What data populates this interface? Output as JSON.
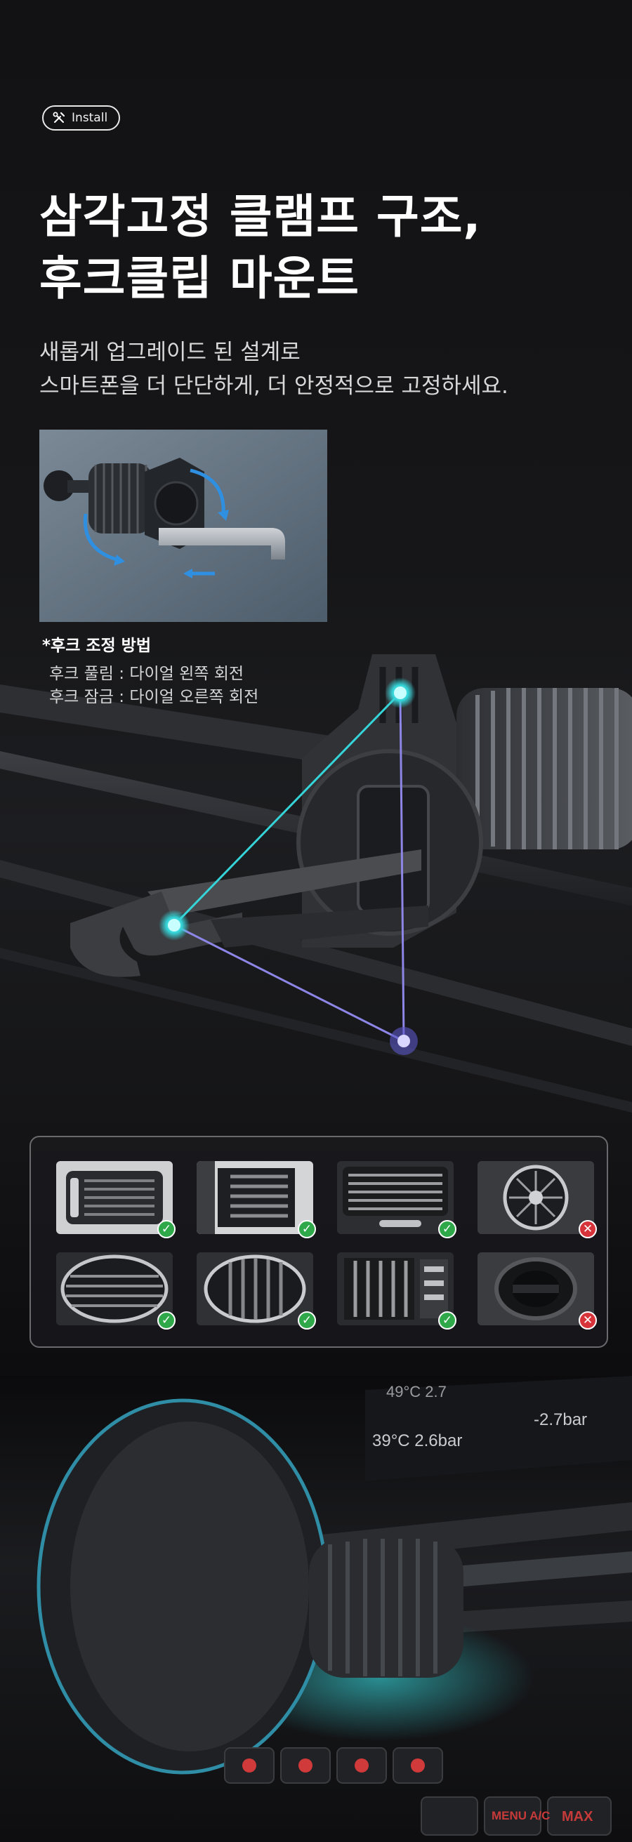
{
  "badge": {
    "label": "Install",
    "icon": "tools-icon"
  },
  "title": [
    "삼각고정 클램프 구조,",
    "후크클립 마운트"
  ],
  "subtitle": [
    "새롭게 업그레이드 된 설계로",
    "스마트폰을 더 단단하게, 더 안정적으로 고정하세요."
  ],
  "hook": {
    "heading": "*후크 조정 방법",
    "lines": [
      "후크 풀림 : 다이얼 왼쪽 회전",
      "후크 잠금 : 다이얼 오른쪽 회전"
    ]
  },
  "compatibility": {
    "items": [
      {
        "vent": "rectangular-vent-small",
        "compatible": true
      },
      {
        "vent": "vertical-fin-vent",
        "compatible": true
      },
      {
        "vent": "horizontal-slat-vent",
        "compatible": true
      },
      {
        "vent": "round-turbine-vent",
        "compatible": false
      },
      {
        "vent": "round-horizontal-vent",
        "compatible": true
      },
      {
        "vent": "round-vertical-vent",
        "compatible": true
      },
      {
        "vent": "vertical-panel-vent",
        "compatible": true
      },
      {
        "vent": "round-closed-vent",
        "compatible": false
      }
    ],
    "ok_color": "#2fa84a",
    "no_color": "#d6343a"
  },
  "dashboard": {
    "readouts": [
      "39°C 2.6bar",
      "-2.7bar",
      "49°C 2.7"
    ],
    "buttons": [
      "MENU A/C",
      "MAX"
    ]
  },
  "colors": {
    "accent": "#35d4d8",
    "line_purple": "#8d86e6"
  }
}
